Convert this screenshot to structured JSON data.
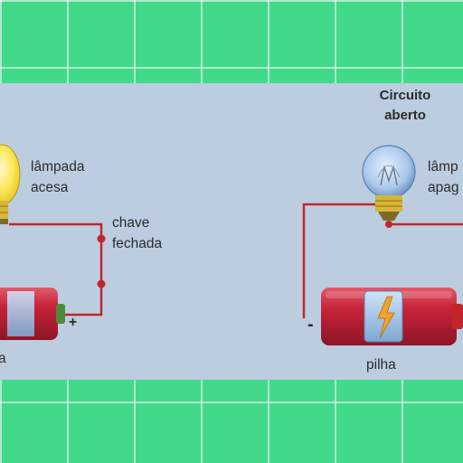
{
  "left_circuit": {
    "lamp_label_1": "lâmpada",
    "lamp_label_2": "acesa",
    "switch_label_1": "chave",
    "switch_label_2": "fechada",
    "battery_label": "a",
    "plus_sign": "+"
  },
  "right_circuit": {
    "title_1": "Circuito",
    "title_2": "aberto",
    "lamp_label_1": "lâmp",
    "lamp_label_2": "apag",
    "battery_label": "pilha",
    "minus_sign": "-"
  },
  "colors": {
    "background_green": "#43d98a",
    "panel": "#bccde0",
    "wire": "#c0262c",
    "battery_body": "#c8243a",
    "lamp_lit": "#fbe85a",
    "lamp_off": "#a9c7ea"
  }
}
